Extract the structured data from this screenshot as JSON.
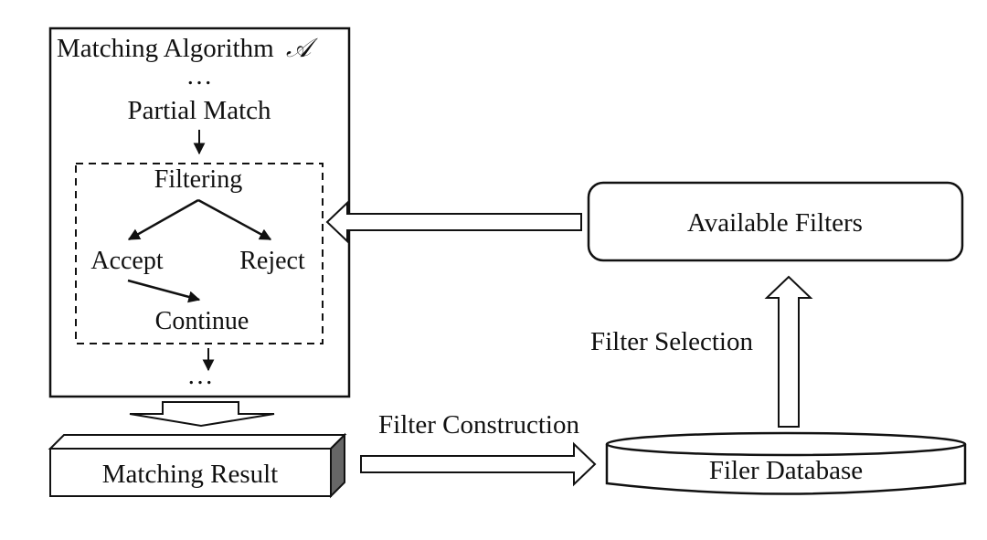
{
  "diagram": {
    "algorithm_title": "Matching Algorithm",
    "algorithm_symbol": "𝒜",
    "ellipsis_top": "…",
    "partial_match": "Partial Match",
    "filtering": "Filtering",
    "accept": "Accept",
    "reject": "Reject",
    "continue": "Continue",
    "ellipsis_bottom": "…",
    "matching_result": "Matching Result",
    "filter_construction": "Filter Construction",
    "filer_database": "Filer Database",
    "filter_selection": "Filter Selection",
    "available_filters": "Available Filters"
  }
}
